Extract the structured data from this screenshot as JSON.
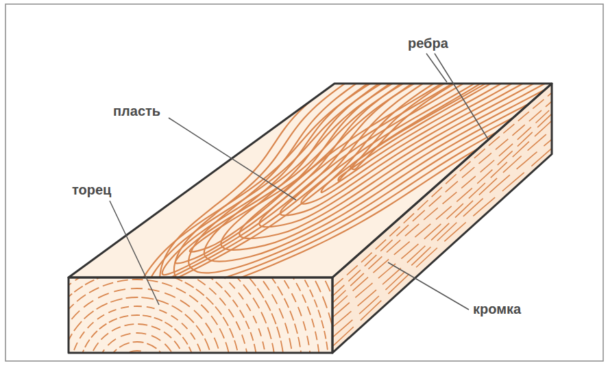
{
  "diagram": {
    "labels": [
      "ребра",
      "пласть",
      "торец",
      "кромка"
    ]
  }
}
